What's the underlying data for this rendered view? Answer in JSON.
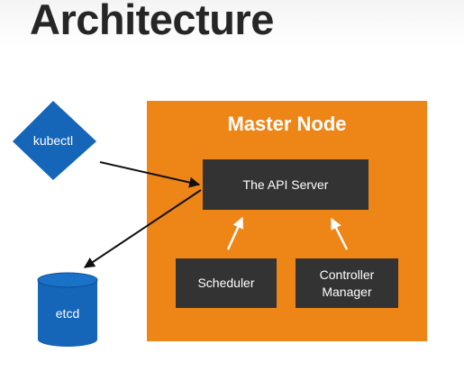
{
  "title": "Architecture",
  "master_node": {
    "title": "Master Node",
    "api_server": "The API Server",
    "scheduler": "Scheduler",
    "controller_manager": "Controller\nManager"
  },
  "kubectl": "kubectl",
  "etcd": "etcd",
  "colors": {
    "master_node": "#ee8517",
    "component_box": "#333333",
    "client_shape": "#1565b8",
    "title_text": "#262626"
  }
}
